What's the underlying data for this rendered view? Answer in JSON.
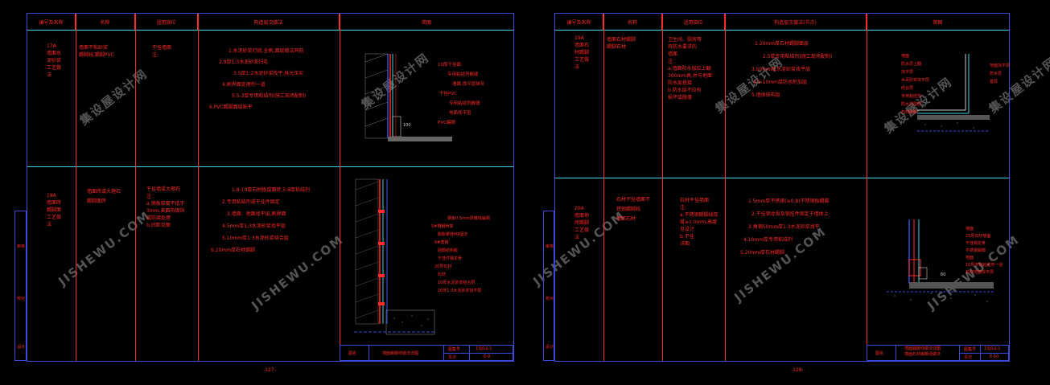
{
  "left_sheet": {
    "headers": [
      "编号及名称",
      "名称",
      "适用部位",
      "构造层次做法",
      "简图"
    ],
    "rows": [
      {
        "code": [
          "17A",
          "墙面水",
          "泥砂浆",
          "工艺做",
          "法"
        ],
        "name": [
          "墙面不粘砂浆",
          "踢脚线,踢脚PVC"
        ],
        "scope": [
          "干挂墙面",
          "",
          "",
          "",
          "",
          "",
          "注:"
        ],
        "layers": [
          "1.水泥砂浆打底,全刷,面层做法同前",
          "2.9厚1:3水泥砂浆扫毛",
          "3.5厚1:2水泥砂浆找平,抹光压实",
          "4.刷界面处理剂一道",
          "5.5-3厚专用粘结剂(施工现场配制)",
          "6.PVC踢脚面层贴平"
        ],
        "callouts": [
          "10厚干挂面",
          "专用粘结剂嵌缝",
          "墙面,找平层抹灰",
          "干挂PVC",
          "专用粘结剂嵌缝",
          "地面找平层",
          "PVC踢脚"
        ],
        "dim": "100"
      },
      {
        "code": [
          "18A",
          "墙面砖",
          "踢脚面",
          "工艺做",
          "法"
        ],
        "name": [
          "墙面砖或大理石",
          "踢脚面砖"
        ],
        "scope": [
          "干挂墙或大理石",
          "",
          "",
          "",
          "",
          "",
          "注:",
          "a.钢板厚度不低于",
          "3mm,表面热镀锌",
          "或防腐处理",
          "b.间距见图"
        ],
        "layers": [
          "1.8-10厚石材板或面砖,5-8厚粘结剂",
          "2.专用粘结剂或干挂件固定",
          "3.墙面、地面找平层,刷界面",
          "4.5mm厚1:3水泥砂浆找平层",
          "5.10mm厚1:3水泥砂浆结合层",
          "6.20mm厚石材踢脚"
        ],
        "callouts": [
          "钢板0.5mm厚镀锌扁钢",
          "5#槽钢骨架",
          "膨胀螺栓M8固定",
          "8#角钢",
          "硅酮结构胶",
          "干挂件钢龙骨",
          "20厚石材",
          "石材",
          "10厚水泥砂浆结合层",
          "20厚1:3水泥砂浆找平层"
        ]
      }
    ],
    "title_block": {
      "label": "图名",
      "title": "墙面踢脚线做法详图",
      "code_label": "图集号",
      "code": "13J/L1-1",
      "page_label": "页次",
      "page": "E-9"
    },
    "page_number": "-127-",
    "side_labels": [
      "审核",
      "校对",
      "设计"
    ]
  },
  "right_sheet": {
    "headers": [
      "编号及名称",
      "名称",
      "适用部位",
      "构造层次做法(节点)",
      "简图"
    ],
    "rows": [
      {
        "code": [
          "19A",
          "墙面石",
          "材踢脚",
          "工艺做",
          "法"
        ],
        "name": [
          "墙面石材踢脚",
          "踢脚石材"
        ],
        "scope": [
          "卫生间、厨房等",
          "有防水要求的",
          "墙面",
          "",
          "",
          "注:",
          "a.墙面防水层应上翻",
          "300mm高,并与地面",
          "防水层搭接",
          "b.防水层不应有",
          "损坏或脱落"
        ],
        "layers": [
          "1.20mm厚石材踢脚面层",
          "2.5厚专用粘结剂(施工现场配制)",
          "3.50mm厚水泥砂浆找平层",
          "4.5-10mm厚防水附加层",
          "5.墙体结构层"
        ],
        "callouts": [
          "墙面",
          "防水层上翻",
          "找平层",
          "水泥砂浆找平层",
          "结合层",
          "专用粘结剂",
          "防水附加层",
          "石材踢脚",
          "地面找平层",
          "防水层",
          "基层"
        ]
      },
      {
        "code": [
          "20A",
          "墙面地",
          "砖踢脚",
          "工艺做",
          "法"
        ],
        "name": [
          "石材干挂墙面不",
          "锈钢踢脚线",
          "墙面石材"
        ],
        "scope": [
          "石材干挂墙面",
          "",
          "",
          "",
          "",
          "注:",
          "a.不锈钢踢脚线厚",
          "度≥1.0mm,高度",
          "见设计",
          "b.干挂",
          "详图"
        ],
        "layers": [
          "1.5mm厚不锈钢(≥0.8)不锈钢板踢脚",
          "2.干挂钢龙骨及钢挂件固定于墙体上",
          "3.角钢50mm厚1:3水泥砂浆找平",
          "4.10mm厚专用粘结剂",
          "5.20mm厚石材踢脚"
        ],
        "callouts": [
          "墙面",
          "25厚石材墙面",
          "干挂钢龙骨",
          "不锈钢踢脚",
          "地面",
          "10厚专用粘结剂一道",
          "石材地面找平层"
        ],
        "dim": "60"
      }
    ],
    "title_block": {
      "label": "图名",
      "title": "墙面踢脚线做法详图\n墙面石材踢脚线做法",
      "code_label": "图集号",
      "code": "13J/L1-1",
      "page_label": "页次",
      "page": "E-10"
    },
    "page_number": "-128-",
    "side_labels": [
      "审核",
      "校对",
      "设计"
    ]
  },
  "watermark": {
    "cn": "集设屋设计网",
    "en": "JISHEWU.COM"
  }
}
